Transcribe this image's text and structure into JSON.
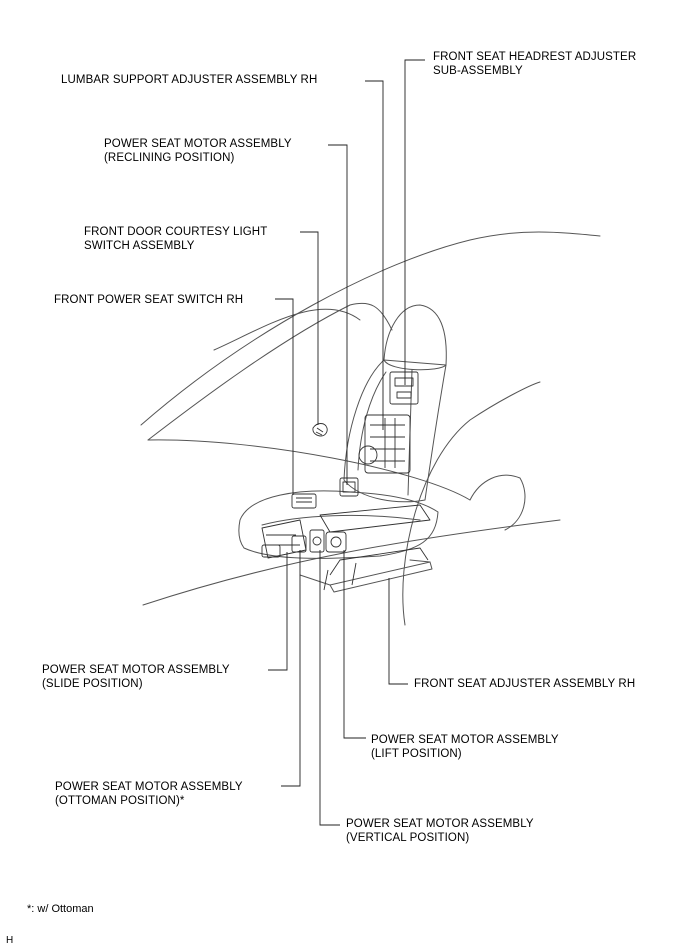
{
  "labels": {
    "headrest": [
      "FRONT SEAT HEADREST ADJUSTER",
      "SUB-ASSEMBLY"
    ],
    "lumbar": [
      "LUMBAR SUPPORT ADJUSTER ASSEMBLY RH"
    ],
    "reclining": [
      "POWER SEAT MOTOR ASSEMBLY",
      "(RECLINING POSITION)"
    ],
    "courtesy": [
      "FRONT DOOR COURTESY LIGHT",
      "SWITCH ASSEMBLY"
    ],
    "switch": [
      "FRONT POWER SEAT SWITCH RH"
    ],
    "slide": [
      "POWER SEAT MOTOR ASSEMBLY",
      "(SLIDE POSITION)"
    ],
    "adjuster": [
      "FRONT SEAT ADJUSTER ASSEMBLY RH"
    ],
    "lift": [
      "POWER SEAT MOTOR ASSEMBLY",
      "(LIFT POSITION)"
    ],
    "ottoman": [
      "POWER SEAT MOTOR ASSEMBLY",
      "(OTTOMAN POSITION)*"
    ],
    "vertical": [
      "POWER SEAT MOTOR ASSEMBLY",
      "(VERTICAL POSITION)"
    ]
  },
  "footnote": "*: w/ Ottoman",
  "code": "H"
}
